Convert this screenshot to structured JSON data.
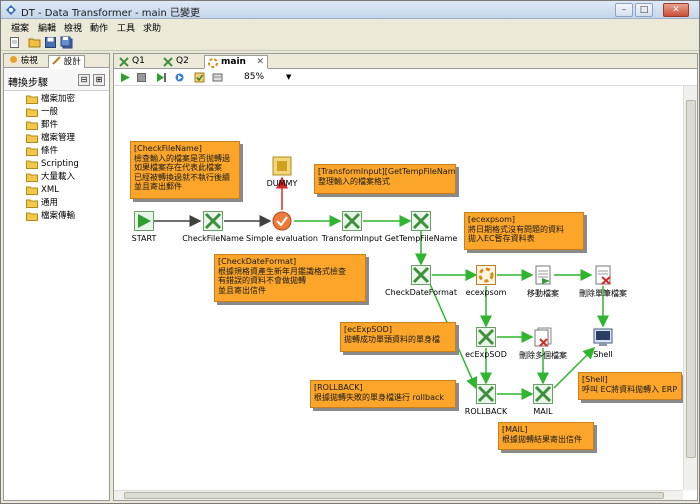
{
  "window": {
    "title": "DT - Data Transformer - main 已變更"
  },
  "menu": [
    "檔案",
    "編輯",
    "檢視",
    "動作",
    "工具",
    "求助"
  ],
  "left_panel": {
    "tabs": [
      "檢視",
      "設計"
    ],
    "steps_title": "轉換步驟",
    "categories": [
      "檔案加密",
      "一般",
      "郵件",
      "檔案管理",
      "條件",
      "Scripting",
      "大量載入",
      "XML",
      "通用",
      "檔案傳輸"
    ]
  },
  "editor": {
    "tabs": [
      {
        "label": "Q1"
      },
      {
        "label": "Q2"
      },
      {
        "label": "main",
        "active": true
      }
    ],
    "zoom": "85%"
  },
  "steps": {
    "start": "START",
    "check_file_name": "CheckFileName",
    "simple_evaluation": "Simple evaluation",
    "dummy": "DUMMY",
    "transform_input": "TransformInput",
    "get_temp_file_name": "GetTempFileName",
    "check_date_format": "CheckDateFormat",
    "ecexpsom": "ecexpsom",
    "move_file": "移動檔案",
    "delete_single_file": "刪除單筆檔案",
    "ecexpsod": "ecExpSOD",
    "delete_multi_file": "刪除多個檔案",
    "shell": "Shell",
    "rollback": "ROLLBACK",
    "mail": "MAIL"
  },
  "notes": {
    "check_file_name": "[CheckFileName]\n檢查輸入的檔案是否抛轉過\n如果檔案存在代表此檔案\n已經被轉換過就不執行後續\n並且寄出郵件",
    "transform_input": "[TransformInput][GetTempFileName]\n整理輸入的檔案格式",
    "ecexpsom": "[ecexpsom]\n將日期格式沒有問題的資料\n拋入EC暫存資料表",
    "check_date_format": "[CheckDateFormat]\n根據規格資產生新年月鑑識格式檢查\n有錯誤的資料不會做拋轉\n並且寄出信件",
    "ecexpsod": "[ecExpSOD]\n拋轉成功單頭資料的單身檔",
    "rollback": "[ROLLBACK]\n根據拋轉失敗的單身檔進行 rollback",
    "shell": "[Shell]\n呼叫 EC將資料拋轉入 ERP",
    "mail": "[MAIL]\n根據拋轉結果寄出信件"
  },
  "colors": {
    "note_bg": "#fba62a",
    "hop_green": "#2fb52f",
    "hop_grey": "#404040",
    "hop_red": "#d42a2a",
    "step_green": "#3f8f3f"
  }
}
